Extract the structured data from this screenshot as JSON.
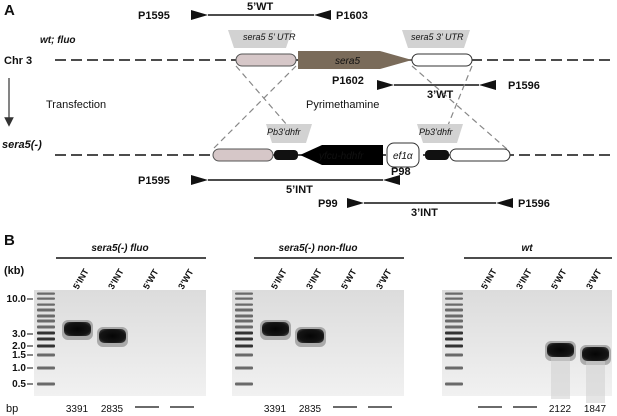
{
  "panel_a": {
    "label": "A",
    "chromosome": "Chr 3",
    "strain_top": "wt; fluo",
    "strain_bottom": "sera5(-)",
    "transfection": "Transfection",
    "drug": "Pyrimethamine",
    "genes": {
      "utr5": "sera5 5’ UTR",
      "sera5": "sera5",
      "utr3": "sera5 3’ UTR",
      "pb3_left": "Pb3’dhfr",
      "cassette": "yfcu-hdhfr",
      "promoter": "ef1α",
      "pb3_right": "Pb3’dhfr"
    },
    "primers": {
      "p1595_top": "P1595",
      "p1603": "P1603",
      "p1602": "P1602",
      "p1596_top": "P1596",
      "p1595_bottom": "P1595",
      "p98": "P98",
      "p99": "P99",
      "p1596_bottom": "P1596"
    },
    "amplicons": {
      "wt5": "5’WT",
      "wt3": "3’WT",
      "int5": "5’INT",
      "int3": "3’INT"
    }
  },
  "panel_b": {
    "label": "B",
    "kb_label": "(kb)",
    "bp_label": "bp",
    "ladder_ticks": [
      "10.0",
      "3.0",
      "2.0",
      "1.5",
      "1.0",
      "0.5"
    ],
    "gels": [
      {
        "title": "sera5(-) fluo",
        "lanes": [
          "5’INT",
          "3’INT",
          "5’WT",
          "3’WT"
        ],
        "sizes": [
          "3391",
          "2835",
          "—",
          "—"
        ]
      },
      {
        "title": "sera5(-) non-fluo",
        "lanes": [
          "5’INT",
          "3’INT",
          "5’WT",
          "3’WT"
        ],
        "sizes": [
          "3391",
          "2835",
          "—",
          "—"
        ]
      },
      {
        "title": "wt",
        "lanes": [
          "5’INT",
          "3’INT",
          "5’WT",
          "3’WT"
        ],
        "sizes": [
          "—",
          "—",
          "2122",
          "1847"
        ]
      }
    ]
  }
}
